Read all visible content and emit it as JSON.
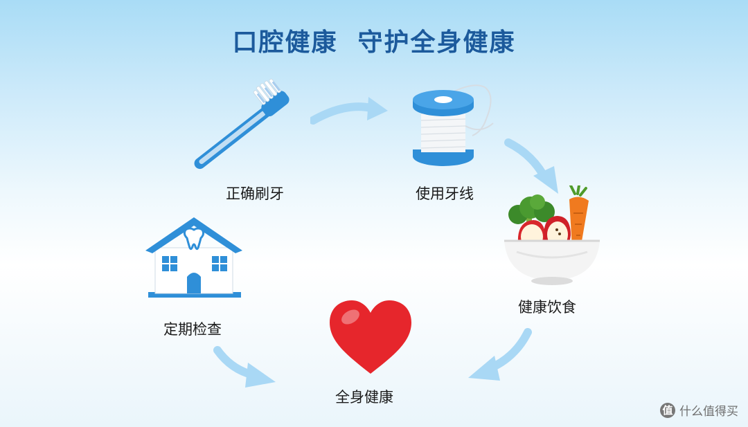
{
  "title": "口腔健康  守护全身健康",
  "steps": {
    "brushing": "正确刷牙",
    "flossing": "使用牙线",
    "diet": "健康饮食",
    "checkup": "定期检查",
    "result": "全身健康"
  },
  "watermark": {
    "badge": "值",
    "text": "什么值得买"
  },
  "colors": {
    "title": "#1c5a9c",
    "accent_blue": "#2f8fd8",
    "arrow": "#a9d8f5",
    "heart": "#e6262c"
  },
  "icons": [
    "toothbrush-icon",
    "floss-spool-icon",
    "food-bowl-icon",
    "dental-clinic-icon",
    "heart-icon"
  ]
}
